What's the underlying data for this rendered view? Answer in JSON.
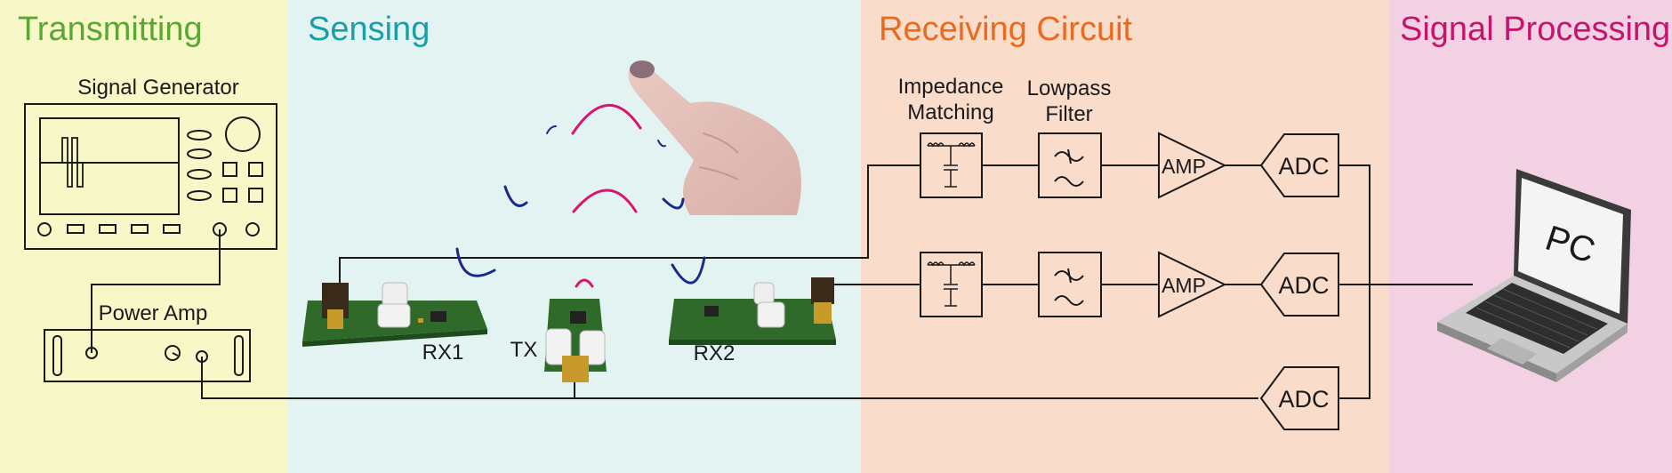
{
  "sections": {
    "transmitting": {
      "title": "Transmitting",
      "bg": "#f7f7c8",
      "color": "#5aa832"
    },
    "sensing": {
      "title": "Sensing",
      "bg": "#e2f3f2",
      "color": "#1a9ea8"
    },
    "receiving": {
      "title": "Receiving Circuit",
      "bg": "#fadccb",
      "color": "#ec6a1c"
    },
    "processing": {
      "title": "Signal Processing",
      "bg": "#f2d2e2",
      "color": "#c4146e"
    }
  },
  "labels": {
    "signal_generator": "Signal Generator",
    "power_amp": "Power Amp",
    "rx1": "RX1",
    "rx2": "RX2",
    "tx": "TX",
    "impedance_matching_line1": "Impedance",
    "impedance_matching_line2": "Matching",
    "lowpass_filter_line1": "Lowpass",
    "lowpass_filter_line2": "Filter",
    "amp": "AMP",
    "adc": "ADC",
    "pc": "PC"
  },
  "colors": {
    "line": "#1a1a1a",
    "wave_pink": "#d9166f",
    "wave_navy": "#1b2a8a",
    "pcb_green": "#2f6a2a",
    "gold": "#b8860b"
  },
  "icons": [
    "signal-generator-icon",
    "power-amp-icon",
    "finger-icon",
    "pcb-icon",
    "filter-icon",
    "amplifier-icon",
    "adc-icon",
    "laptop-icon"
  ]
}
